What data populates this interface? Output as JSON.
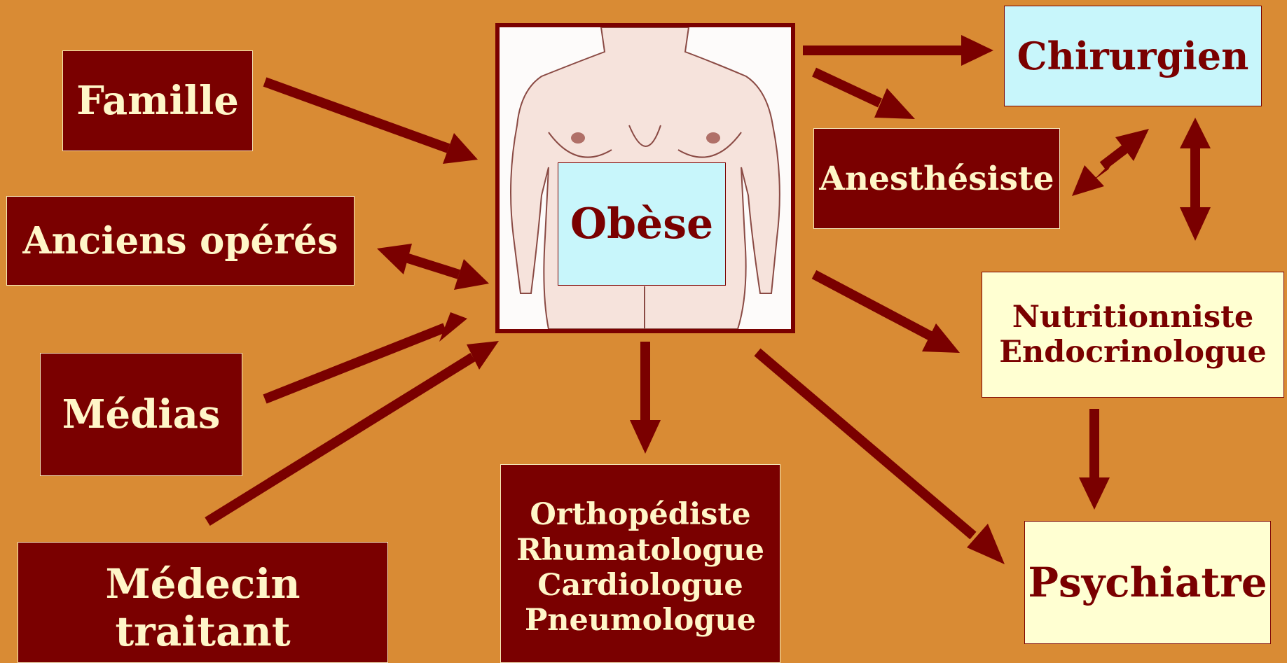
{
  "diagram": {
    "center": {
      "label": "Obèse"
    },
    "nodes": {
      "famille": "Famille",
      "anciens_operes": "Anciens opérés",
      "medias": "Médias",
      "medecin_traitant": "Médecin traitant",
      "chirurgien": "Chirurgien",
      "anesthesiste": "Anesthésiste",
      "nutrition": {
        "line1": "Nutritionniste",
        "line2": "Endocrinologue"
      },
      "psychiatre": "Psychiatre",
      "specialistes": {
        "line1": "Orthopédiste",
        "line2": "Rhumatologue",
        "line3": "Cardiologue",
        "line4": "Pneumologue"
      }
    },
    "colors": {
      "background": "#d98b34",
      "dark_box": "#7a0000",
      "dark_text": "#fff6c8",
      "cyan_box": "#c8f6fb",
      "cream_box": "#ffffd2",
      "arrow": "#7a0000"
    }
  }
}
